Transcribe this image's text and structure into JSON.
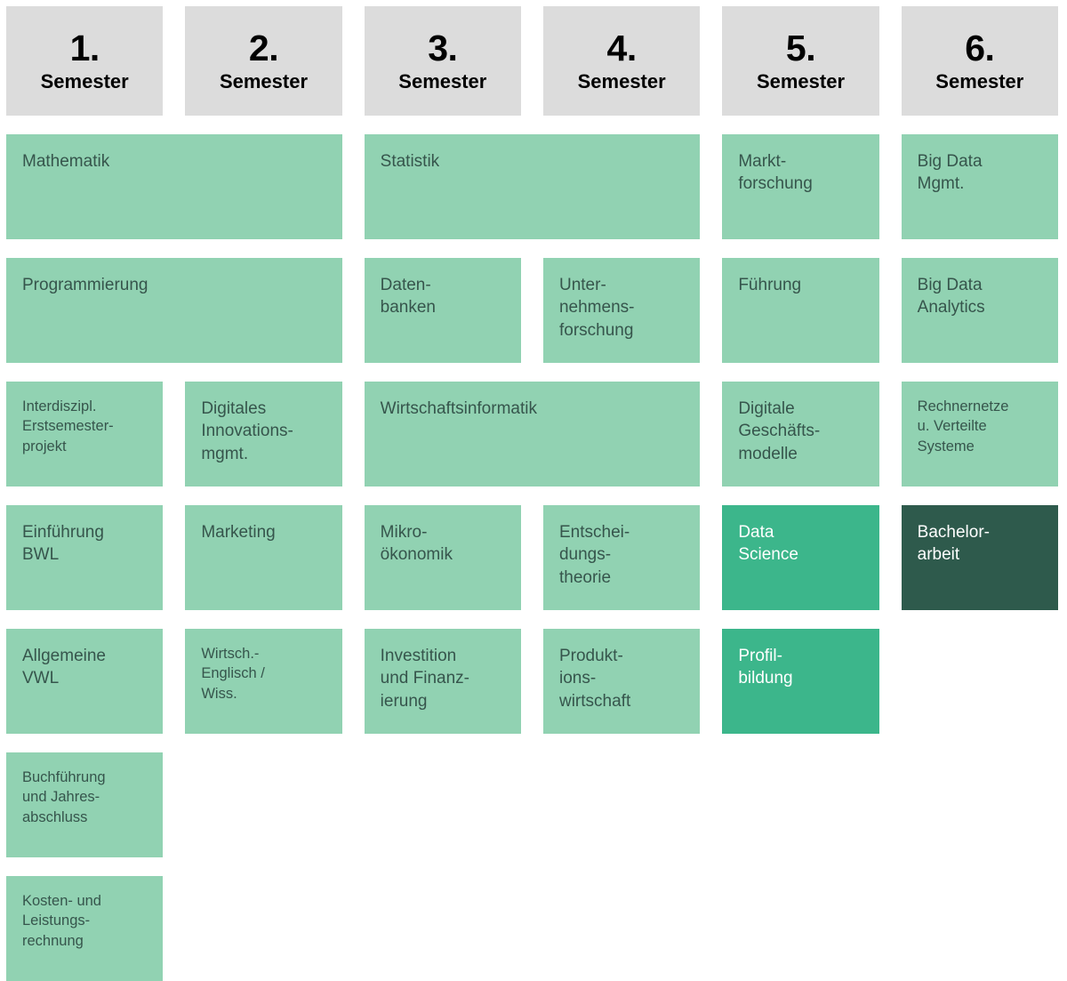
{
  "palette": {
    "background": "#ffffff",
    "header_bg": "#dcdcdc",
    "header_text": "#000000",
    "module_bg": "#91d2b2",
    "module_text": "#36554c",
    "accent_bg": "#3cb68b",
    "accent_text": "#ffffff",
    "dark_bg": "#2e5a4c",
    "dark_text": "#ffffff"
  },
  "header": {
    "word": "Semester",
    "columns": [
      {
        "number": "1.",
        "word": "Semester"
      },
      {
        "number": "2.",
        "word": "Semester"
      },
      {
        "number": "3.",
        "word": "Semester"
      },
      {
        "number": "4.",
        "word": "Semester"
      },
      {
        "number": "5.",
        "word": "Semester"
      },
      {
        "number": "6.",
        "word": "Semester"
      }
    ]
  },
  "rows": [
    {
      "index": 1,
      "cells": [
        {
          "label": "Mathematik",
          "span": 2,
          "style": "normal",
          "semesters": [
            1,
            2
          ]
        },
        {
          "label": "Statistik",
          "span": 2,
          "style": "normal",
          "semesters": [
            3,
            4
          ]
        },
        {
          "label": "Markt-\nforschung",
          "span": 1,
          "style": "normal",
          "semesters": [
            5
          ]
        },
        {
          "label": "Big Data\nMgmt.",
          "span": 1,
          "style": "normal",
          "semesters": [
            6
          ]
        }
      ]
    },
    {
      "index": 2,
      "cells": [
        {
          "label": "Programmierung",
          "span": 2,
          "style": "normal",
          "semesters": [
            1,
            2
          ]
        },
        {
          "label": "Daten-\nbanken",
          "span": 1,
          "style": "normal",
          "semesters": [
            3
          ]
        },
        {
          "label": "Unter-\nnehmens-\nforschung",
          "span": 1,
          "style": "normal",
          "semesters": [
            4
          ]
        },
        {
          "label": "Führung",
          "span": 1,
          "style": "normal",
          "semesters": [
            5
          ]
        },
        {
          "label": "Big Data\nAnalytics",
          "span": 1,
          "style": "normal",
          "semesters": [
            6
          ]
        }
      ]
    },
    {
      "index": 3,
      "cells": [
        {
          "label": "Interdiszipl.\nErstsemester-\nprojekt",
          "span": 1,
          "style": "small",
          "semesters": [
            1
          ]
        },
        {
          "label": "Digitales\nInnovations-\nmgmt.",
          "span": 1,
          "style": "normal",
          "semesters": [
            2
          ]
        },
        {
          "label": "Wirtschaftsinformatik",
          "span": 2,
          "style": "normal",
          "semesters": [
            3,
            4
          ]
        },
        {
          "label": "Digitale\nGeschäfts-\nmodelle",
          "span": 1,
          "style": "normal",
          "semesters": [
            5
          ]
        },
        {
          "label": "Rechnernetze\nu. Verteilte\nSysteme",
          "span": 1,
          "style": "small",
          "semesters": [
            6
          ]
        }
      ]
    },
    {
      "index": 4,
      "cells": [
        {
          "label": "Einführung\nBWL",
          "span": 1,
          "style": "normal",
          "semesters": [
            1
          ]
        },
        {
          "label": "Marketing",
          "span": 1,
          "style": "normal",
          "semesters": [
            2
          ]
        },
        {
          "label": "Mikro-\nökonomik",
          "span": 1,
          "style": "normal",
          "semesters": [
            3
          ]
        },
        {
          "label": "Entschei-\ndungs-\ntheorie",
          "span": 1,
          "style": "normal",
          "semesters": [
            4
          ]
        },
        {
          "label": "Data\nScience",
          "span": 1,
          "style": "accent",
          "semesters": [
            5
          ]
        },
        {
          "label": "Bachelor-\narbeit",
          "span": 1,
          "style": "dark",
          "semesters": [
            6
          ]
        }
      ]
    },
    {
      "index": 5,
      "cells": [
        {
          "label": "Allgemeine\nVWL",
          "span": 1,
          "style": "normal",
          "semesters": [
            1
          ]
        },
        {
          "label": "Wirtsch.-\nEnglisch /\nWiss.",
          "span": 1,
          "style": "small",
          "semesters": [
            2
          ]
        },
        {
          "label": "Investition\nund Finanz-\nierung",
          "span": 1,
          "style": "normal",
          "semesters": [
            3
          ]
        },
        {
          "label": "Produkt-\nions-\nwirtschaft",
          "span": 1,
          "style": "normal",
          "semesters": [
            4
          ]
        },
        {
          "label": "Profil-\nbildung",
          "span": 1,
          "style": "accent",
          "semesters": [
            5
          ]
        },
        {
          "label": "",
          "span": 1,
          "style": "empty",
          "semesters": [
            6
          ]
        }
      ]
    },
    {
      "index": 6,
      "cells": [
        {
          "label": "Buchführung\nund Jahres-\nabschluss",
          "span": 1,
          "style": "small",
          "semesters": [
            1
          ]
        },
        {
          "label": "",
          "span": 1,
          "style": "empty",
          "semesters": [
            2
          ]
        },
        {
          "label": "",
          "span": 1,
          "style": "empty",
          "semesters": [
            3
          ]
        },
        {
          "label": "",
          "span": 1,
          "style": "empty",
          "semesters": [
            4
          ]
        },
        {
          "label": "",
          "span": 1,
          "style": "empty",
          "semesters": [
            5
          ]
        },
        {
          "label": "",
          "span": 1,
          "style": "empty",
          "semesters": [
            6
          ]
        }
      ]
    },
    {
      "index": 7,
      "cells": [
        {
          "label": "Kosten- und\nLeistungs-\nrechnung",
          "span": 1,
          "style": "small",
          "semesters": [
            1
          ]
        },
        {
          "label": "",
          "span": 1,
          "style": "empty",
          "semesters": [
            2
          ]
        },
        {
          "label": "",
          "span": 1,
          "style": "empty",
          "semesters": [
            3
          ]
        },
        {
          "label": "",
          "span": 1,
          "style": "empty",
          "semesters": [
            4
          ]
        },
        {
          "label": "",
          "span": 1,
          "style": "empty",
          "semesters": [
            5
          ]
        },
        {
          "label": "",
          "span": 1,
          "style": "empty",
          "semesters": [
            6
          ]
        }
      ]
    }
  ]
}
